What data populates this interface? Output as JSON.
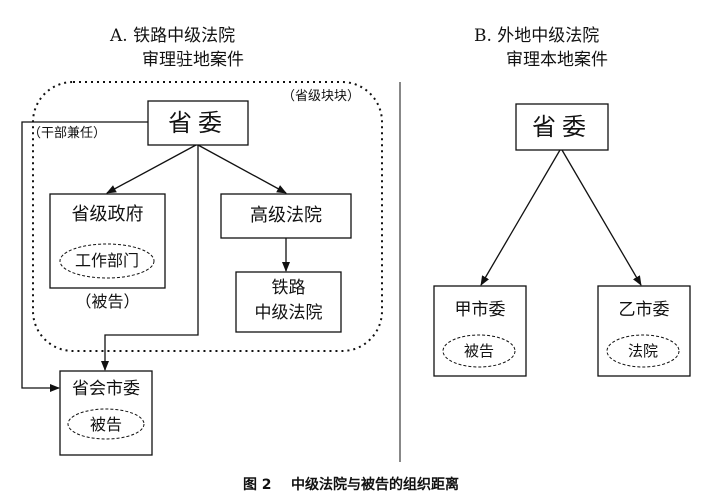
{
  "panel_a": {
    "title_line1": "A.  铁路中级法院",
    "title_line2": "审理驻地案件",
    "bloc_label": "（省级块块）",
    "cadre_label": "（干部兼任）",
    "provincial_committee": "省委",
    "provincial_government": "省级政府",
    "work_department": "工作部门",
    "defendant_note": "（被告）",
    "high_court": "高级法院",
    "railway_court_line1": "铁路",
    "railway_court_line2": "中级法院",
    "capital_committee": "省会市委",
    "defendant": "被告"
  },
  "panel_b": {
    "title_line1": "B.  外地中级法院",
    "title_line2": "审理本地案件",
    "provincial_committee": "省委",
    "city_a_committee": "甲市委",
    "defendant": "被告",
    "city_b_committee": "乙市委",
    "court": "法院"
  },
  "caption": "图 2    中级法院与被告的组织距离"
}
